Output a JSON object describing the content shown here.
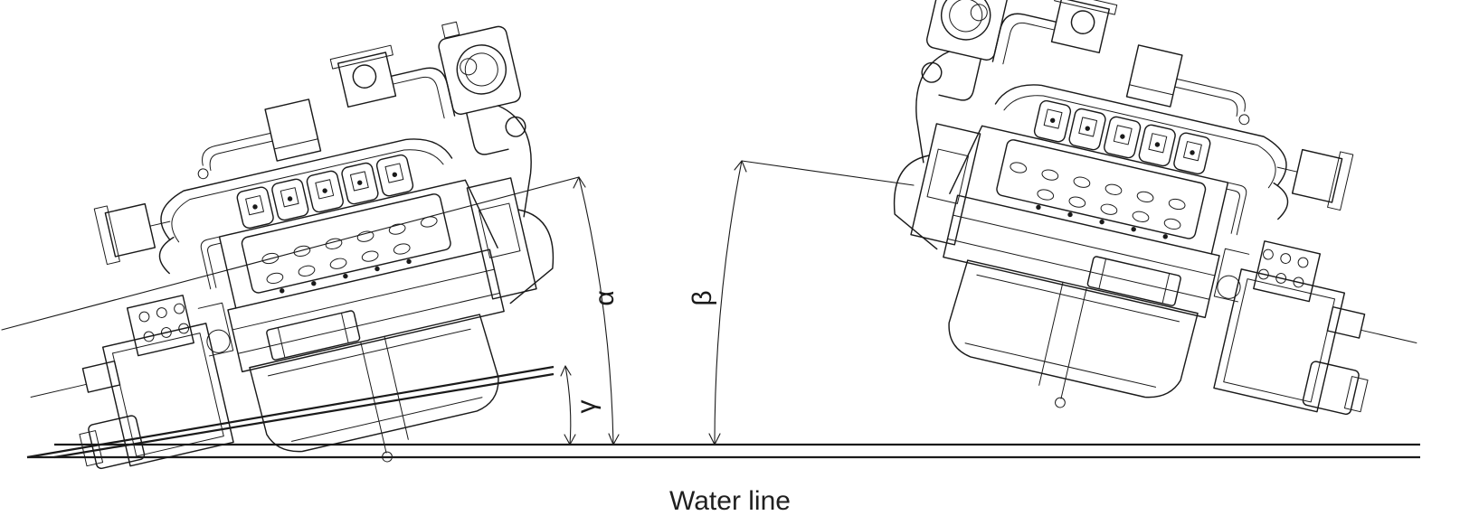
{
  "diagram": {
    "caption": "Water line",
    "angles": {
      "alpha": "α",
      "beta": "β",
      "gamma": "γ"
    },
    "colors": {
      "ink": "#1a1a1a",
      "background": "#ffffff"
    }
  }
}
